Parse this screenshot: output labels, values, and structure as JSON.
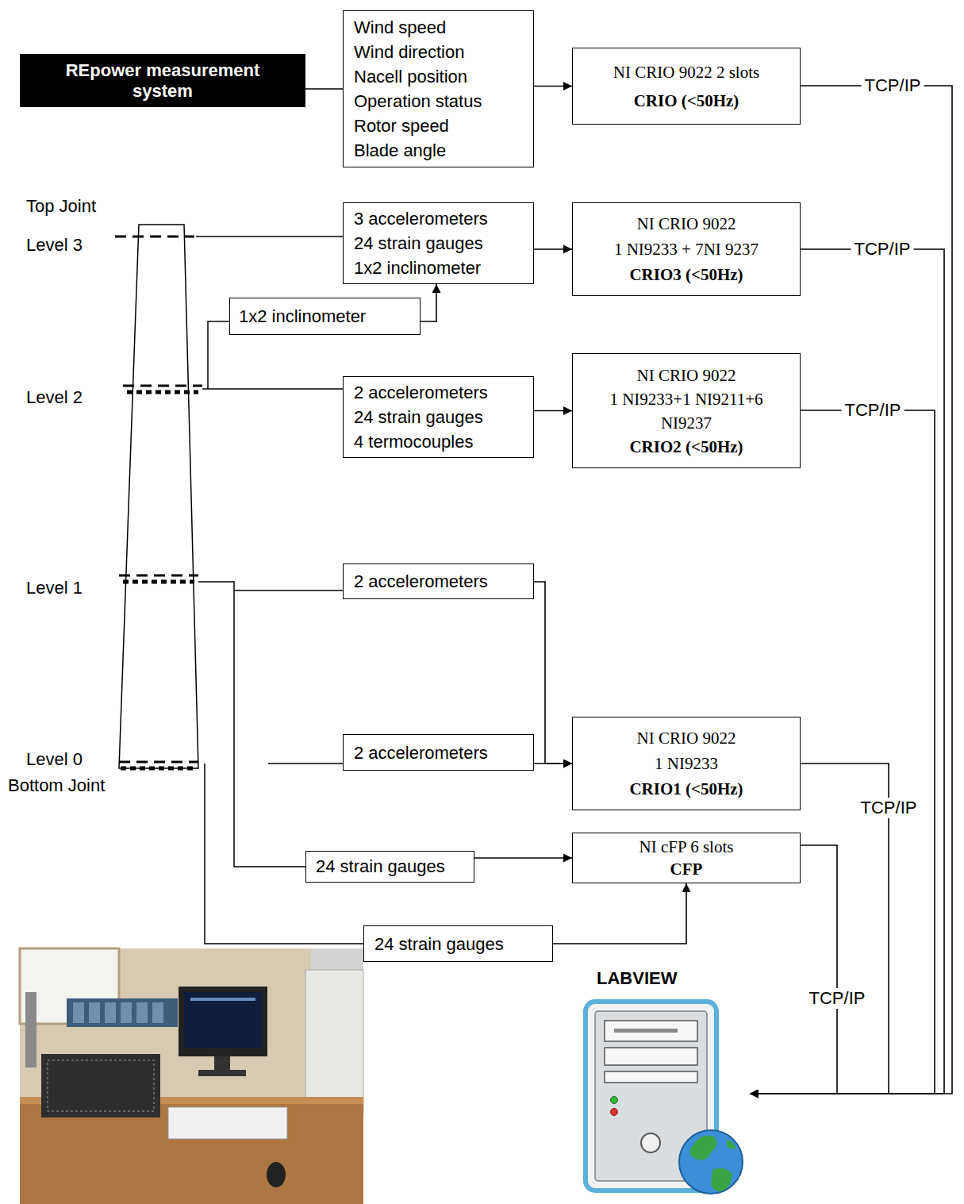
{
  "diagram": {
    "nodes": [
      {
        "text": [
          "REpower measurement system"
        ]
      },
      {
        "text": [
          "Wind speed",
          "Wind direction",
          "Nacell position",
          "Operation status",
          "Rotor speed",
          "Blade angle"
        ]
      },
      {
        "text": [
          "NI CRIO 9022 2 slots",
          "CRIO (<50Hz)"
        ]
      },
      {
        "text": [
          "3 accelerometers",
          "24 strain gauges",
          "1x2 inclinometer"
        ]
      },
      {
        "text": [
          "NI CRIO 9022",
          "1 NI9233 + 7NI 9237",
          "CRIO3 (<50Hz)"
        ]
      },
      {
        "text": [
          "1x2 inclinometer"
        ]
      },
      {
        "text": [
          "2 accelerometers",
          "24 strain gauges",
          "4 termocouples"
        ]
      },
      {
        "text": [
          "NI CRIO 9022",
          "1 NI9233+1 NI9211+6 NI9237",
          "CRIO2 (<50Hz)"
        ]
      },
      {
        "text": [
          "2 accelerometers"
        ]
      },
      {
        "text": [
          "2 accelerometers"
        ]
      },
      {
        "text": [
          "NI CRIO 9022",
          "1 NI9233",
          "CRIO1 (<50Hz)"
        ]
      },
      {
        "text": [
          "24 strain gauges"
        ]
      },
      {
        "text": [
          "NI cFP 6 slots",
          "CFP"
        ]
      },
      {
        "text": [
          "24 strain gauges"
        ]
      },
      {
        "text": [
          "LABVIEW"
        ]
      }
    ],
    "edges": [
      {
        "from": 0,
        "to": 1,
        "arrow": "none"
      },
      {
        "from": 1,
        "to": 2,
        "arrow": "to"
      },
      {
        "from": 3,
        "to": 4,
        "arrow": "to"
      },
      {
        "from": 5,
        "to": 3,
        "arrow": "to"
      },
      {
        "from": 6,
        "to": 7,
        "arrow": "to"
      },
      {
        "from": 8,
        "to": 10,
        "arrow": "to"
      },
      {
        "from": 9,
        "to": 10,
        "arrow": "to"
      },
      {
        "from": 11,
        "to": 12,
        "arrow": "to"
      },
      {
        "from": 13,
        "to": 12,
        "arrow": "to"
      },
      {
        "from": 2,
        "to": 14,
        "label": "TCP/IP",
        "arrow": "to"
      },
      {
        "from": 4,
        "to": 14,
        "label": "TCP/IP",
        "arrow": "to"
      },
      {
        "from": 7,
        "to": 14,
        "label": "TCP/IP",
        "arrow": "to"
      },
      {
        "from": 10,
        "to": 14,
        "label": "TCP/IP",
        "arrow": "to"
      },
      {
        "from": 12,
        "to": 14,
        "label": "TCP/IP",
        "arrow": "to"
      }
    ],
    "labels": [
      "Top Joint",
      "Level 3",
      "Level 2",
      "Level 1",
      "Level 0",
      "Bottom Joint"
    ]
  }
}
